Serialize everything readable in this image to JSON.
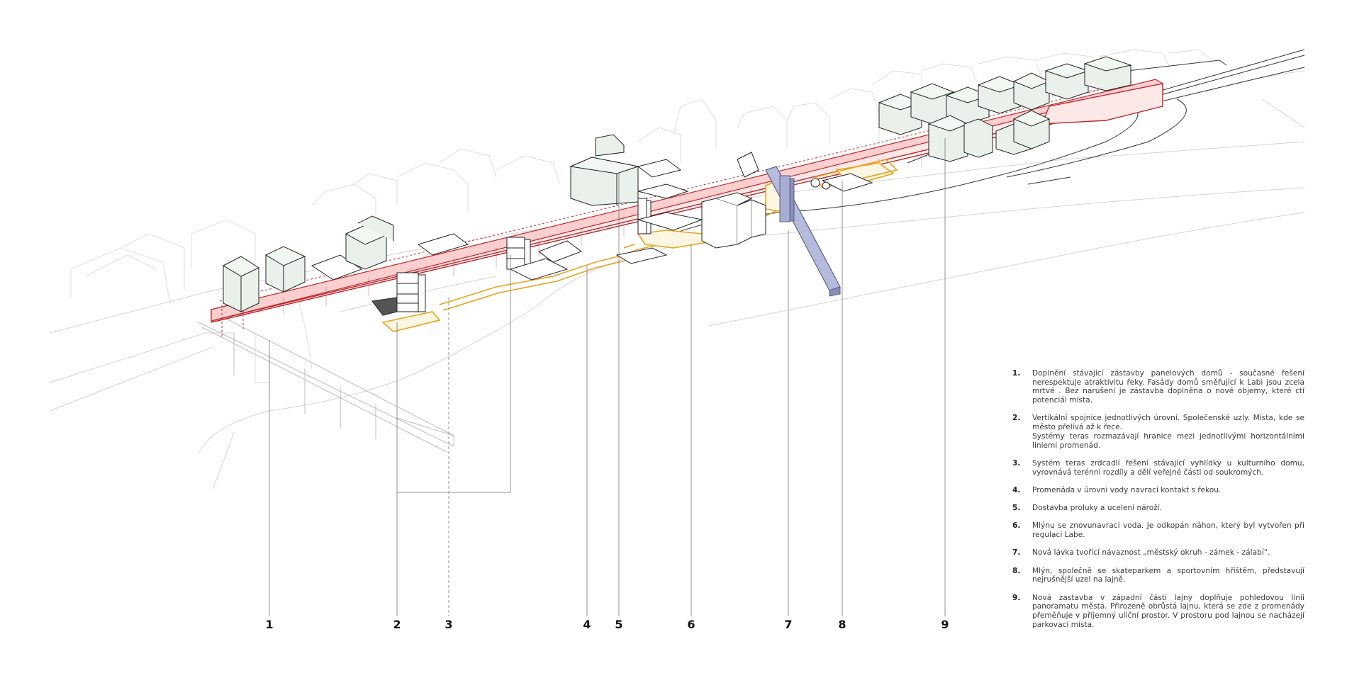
{
  "colors": {
    "railway_red": "#c0272d",
    "promenade_orange": "#e8a317",
    "footbridge_blue": "#8a8fb8",
    "building_fill": "#e9f1ea",
    "context_gray": "#d4d4d4",
    "line": "#222222"
  },
  "callouts": [
    "1",
    "2",
    "3",
    "4",
    "5",
    "6",
    "7",
    "8",
    "9"
  ],
  "legend": [
    {
      "num": "1.",
      "text": "Doplnění stávající zástavby panelových domů - současné řešení nerespektuje atraktivitu řeky. Fasády domů směřující k Labi jsou zcela mrtvé . Bez narušení je zástavba doplněna o nové objemy, které ctí potenciál místa."
    },
    {
      "num": "2.",
      "text": "Vertikální spojnice jednotlivých úrovní. Společenské uzly. Místa, kde se město  přelívá až k řece.\nSystémy teras rozmazávají hranice mezi jednotlivými horizontálními liniemi promenád."
    },
    {
      "num": "3.",
      "text": "Systém teras zrdcadlí řešení stávající vyhlídky u kulturního domu, vyrovnává terénní rozdíly a dělí veřejné části od soukromých."
    },
    {
      "num": "4.",
      "text": "Promenáda v úrovni vody navrací kontakt s řekou."
    },
    {
      "num": "5.",
      "text": "Dostavba proluky a ucelení nároží."
    },
    {
      "num": "6.",
      "text": "Mlýnu se znovunavrací voda. Je odkopán náhon, který byl vytvořen při regulaci Labe."
    },
    {
      "num": "7.",
      "text": "Nová lávka tvořící návaznost „městský okruh - zámek - zálabí“."
    },
    {
      "num": "8.",
      "text": "Mlýn, společně se skateparkem a sportovním hřištěm, představují nejrušnější uzel na lajně."
    },
    {
      "num": "9.",
      "text": "Nová zastavba v západní části lajny doplňuje pohledovou linii panoramatu města. Přirozeně obrůstá lajnu, která se zde z promenády přeměňuje v příjemný uliční prostor. V prostoru pod lajnou se nacházejí parkovací místa."
    }
  ]
}
